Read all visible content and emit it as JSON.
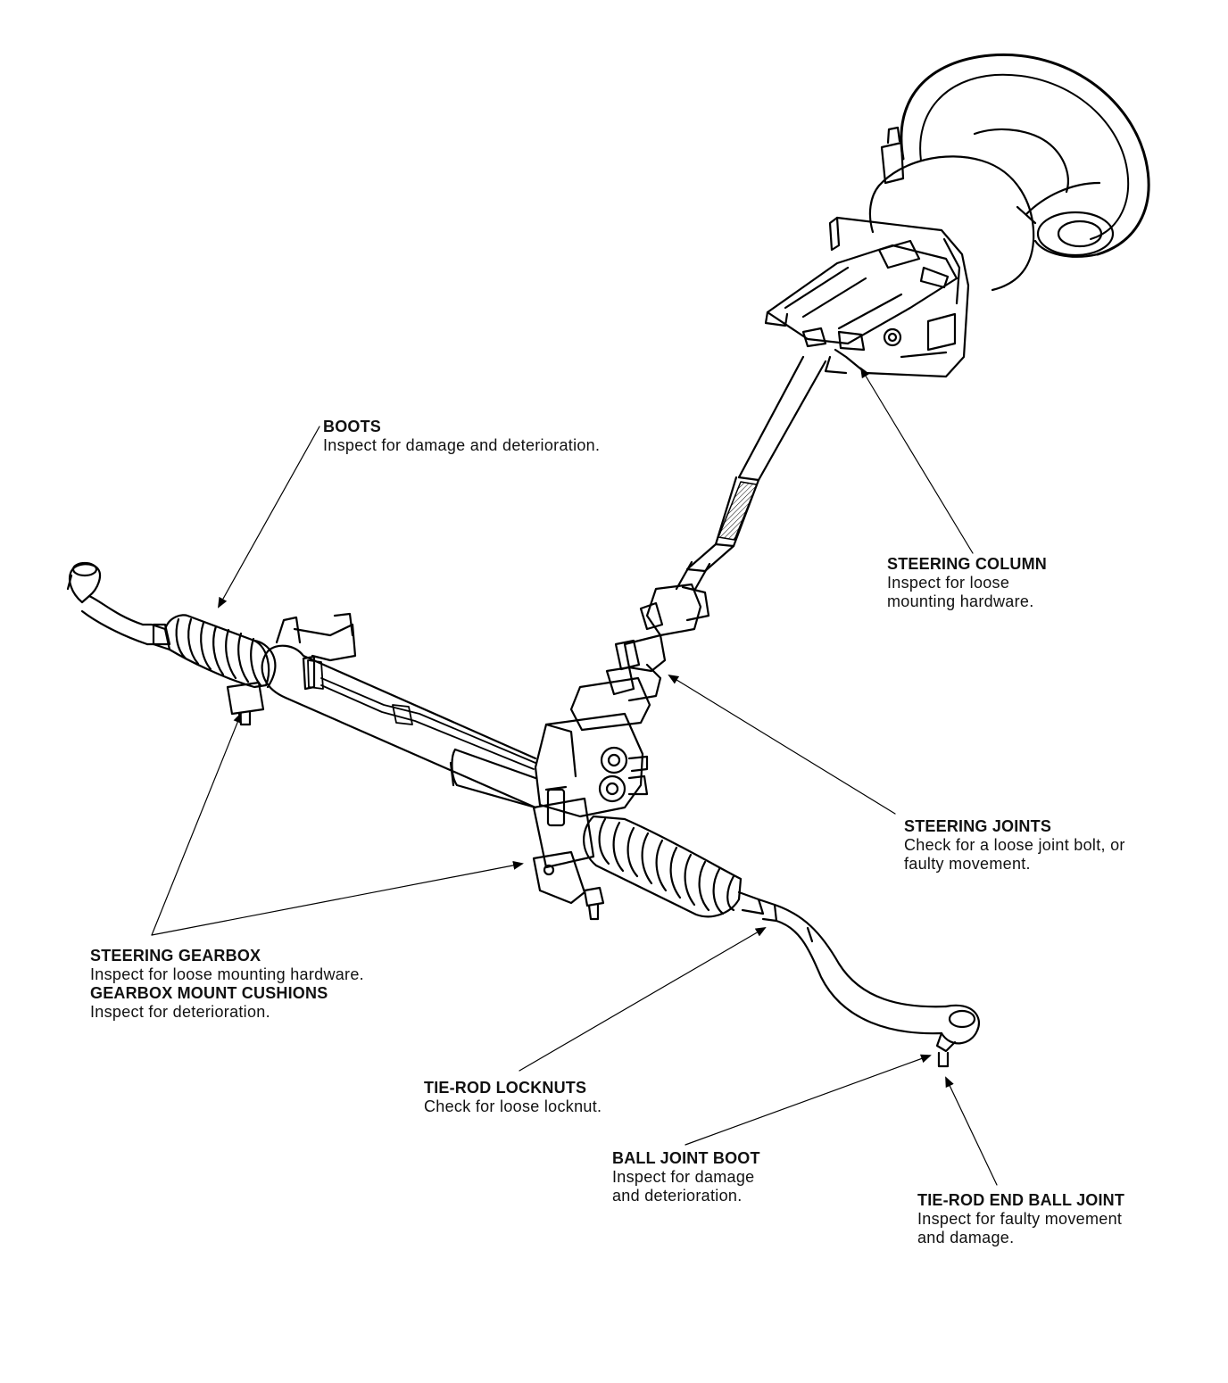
{
  "callouts": {
    "boots": {
      "title": "BOOTS",
      "desc": "Inspect for damage and deterioration."
    },
    "steering_column": {
      "title": "STEERING COLUMN",
      "desc": [
        "Inspect for loose",
        "mounting hardware."
      ]
    },
    "steering_joints": {
      "title": "STEERING JOINTS",
      "desc": [
        "Check for a loose joint bolt, or",
        "faulty movement."
      ]
    },
    "steering_gearbox": {
      "title": "STEERING GEARBOX",
      "desc": "Inspect for loose mounting hardware."
    },
    "gearbox_mount_cushions": {
      "title": "GEARBOX MOUNT CUSHIONS",
      "desc": "Inspect for deterioration."
    },
    "tie_rod_locknuts": {
      "title": "TIE-ROD LOCKNUTS",
      "desc": "Check for loose locknut."
    },
    "ball_joint_boot": {
      "title": "BALL JOINT BOOT",
      "desc": [
        "Inspect for damage",
        "and deterioration."
      ]
    },
    "tie_rod_end_ball_joint": {
      "title": "TIE-ROD END BALL JOINT",
      "desc": [
        "Inspect for faulty movement",
        "and damage."
      ]
    }
  }
}
